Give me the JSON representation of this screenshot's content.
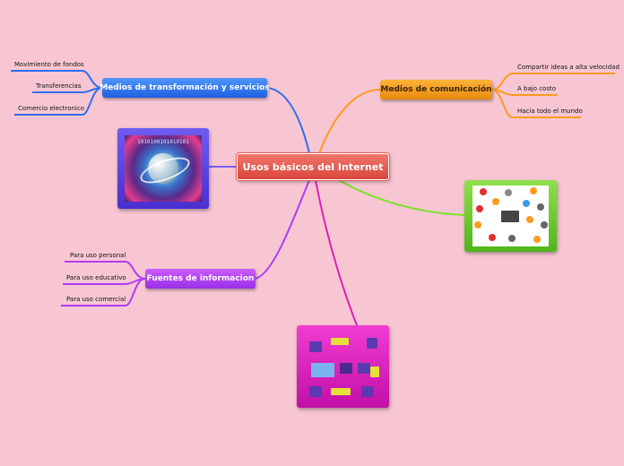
{
  "central": {
    "label": "Usos básicos del Internet"
  },
  "branches": {
    "transformacion": {
      "label": "Medios de transformación y servicios",
      "color": "#2f6ff0",
      "items": [
        "Movimiento de fondos",
        "Transferencias",
        "Comercio electronico"
      ]
    },
    "comunicacion": {
      "label": "Medios de comunicación",
      "color": "#ff9a1f",
      "items": [
        "Compartir ideas a alta velocidad",
        "A bajo costo",
        "Hacia todo el mundo"
      ]
    },
    "fuentes": {
      "label": "Fuentes de informacion",
      "color": "#b23cf2",
      "items": [
        "Para uso personal",
        "Para uso educativo",
        "Para uso comercial"
      ]
    }
  },
  "images": {
    "globe": {
      "binary_text": "1010100101010101"
    }
  },
  "colors": {
    "background": "#f8c6d2",
    "link_green": "#7fe02c",
    "link_magenta": "#e01fb7",
    "link_purple_globe": "#7a5cf0"
  }
}
